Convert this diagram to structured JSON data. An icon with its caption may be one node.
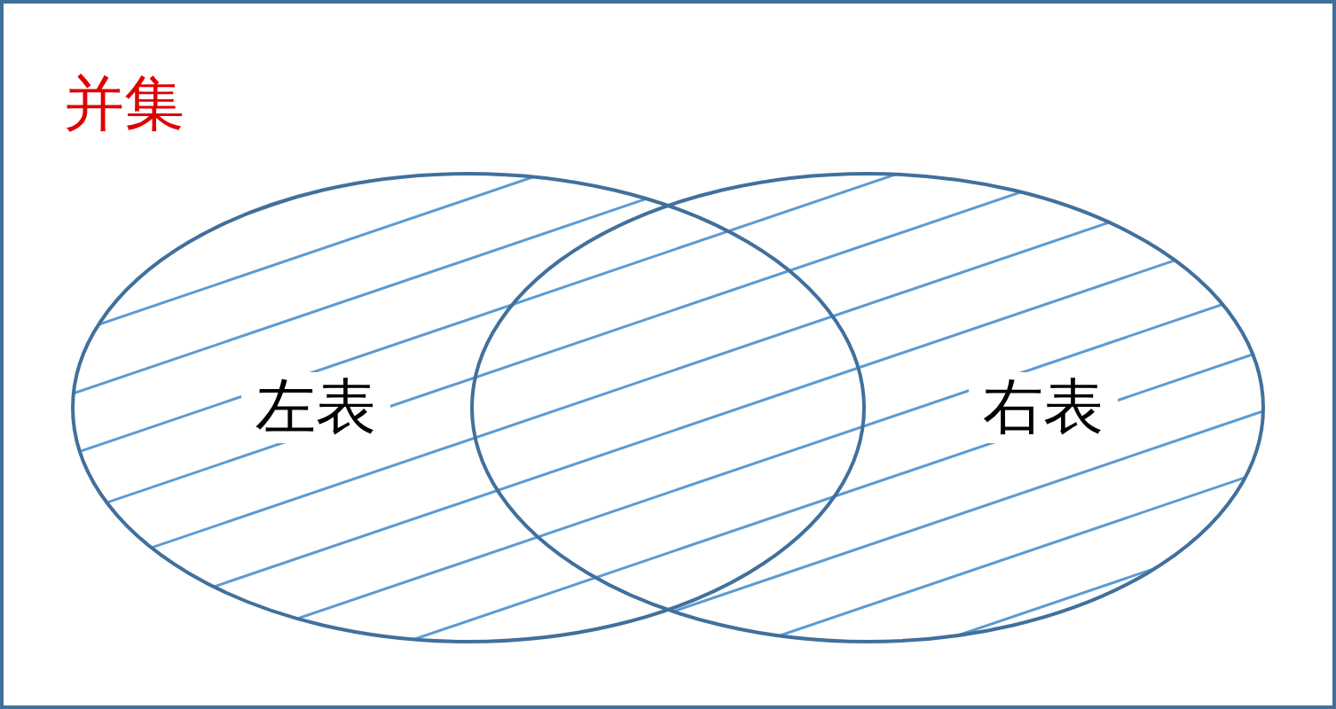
{
  "diagram": {
    "title": "并集",
    "nodes": [
      {
        "text": [
          "左表"
        ]
      },
      {
        "text": [
          "右表"
        ]
      }
    ]
  }
}
